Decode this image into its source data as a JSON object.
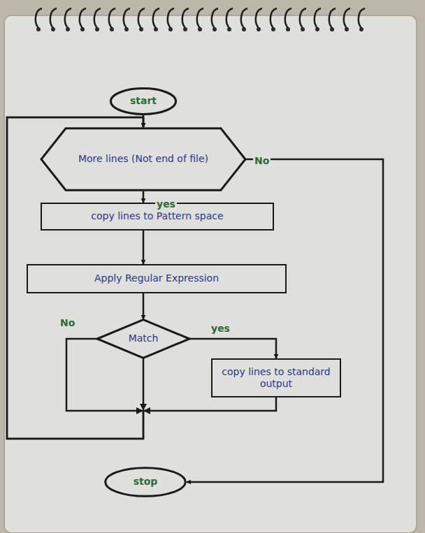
{
  "diagram": {
    "nodes": [
      {
        "text": [
          "start"
        ]
      },
      {
        "text": [
          "More lines (Not end of file)"
        ]
      },
      {
        "text": [
          "copy lines to Pattern space"
        ]
      },
      {
        "text": [
          "Apply Regular Expression"
        ]
      },
      {
        "text": [
          "Match"
        ]
      },
      {
        "text": [
          "copy lines to standard output"
        ]
      },
      {
        "text": [
          "stop"
        ]
      }
    ],
    "edges": [
      {
        "from": 0,
        "to": 1,
        "arrow": "to"
      },
      {
        "from": 1,
        "to": 2,
        "label": "yes",
        "arrow": "to"
      },
      {
        "from": 2,
        "to": 3,
        "arrow": "to"
      },
      {
        "from": 3,
        "to": 4,
        "arrow": "to"
      },
      {
        "from": 4,
        "to": 5,
        "label": "yes",
        "arrow": "to"
      },
      {
        "from": 4,
        "to": 1,
        "label": "No",
        "arrow": "to"
      },
      {
        "from": 5,
        "to": 1,
        "arrow": "to"
      },
      {
        "from": 1,
        "to": 6,
        "label": "No",
        "arrow": "to"
      }
    ]
  }
}
